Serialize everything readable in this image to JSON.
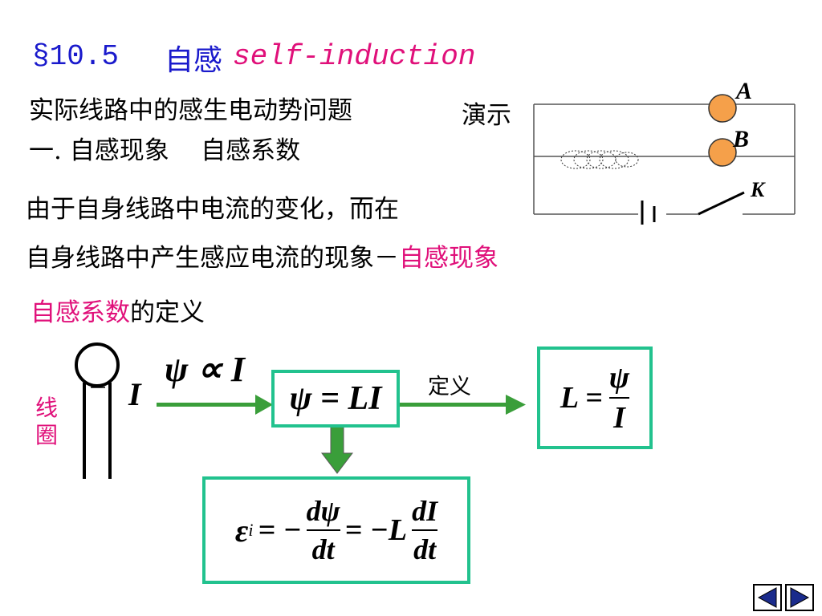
{
  "heading": {
    "section": "§10.5",
    "title_zh": "自感",
    "title_en": "self-induction"
  },
  "lines": {
    "line1": "实际线路中的感生电动势问题",
    "demo": "演示",
    "line2": "一. 自感现象    自感系数",
    "para_a": "由于自身线路中电流的变化，而在",
    "para_b": "自身线路中产生感应电流的现象－",
    "para_b_highlight": "自感现象",
    "def_highlight": "自感系数",
    "def_rest": "的定义"
  },
  "circuit": {
    "bulb_a": "A",
    "bulb_b": "B",
    "switch": "K",
    "bulb_color": "#f5a04a"
  },
  "diagram": {
    "coil_label": "线圈",
    "current": "I",
    "proportional": "ψ ∝ I",
    "box1": "ψ = LI",
    "arrow_label": "定义",
    "box2_lhs": "L =",
    "box2_num": "ψ",
    "box2_den": "I",
    "emf_symbol": "ε",
    "emf_sub": "i",
    "eq1": "= −",
    "frac1_num": "dψ",
    "frac1_den": "dt",
    "eq2": "= −L",
    "frac2_num": "dI",
    "frac2_den": "dt",
    "arrow_color": "#3a9e3a",
    "box_color": "#22c28e"
  },
  "nav": {
    "prev_icon": "left-triangle-icon",
    "next_icon": "right-triangle-icon"
  }
}
